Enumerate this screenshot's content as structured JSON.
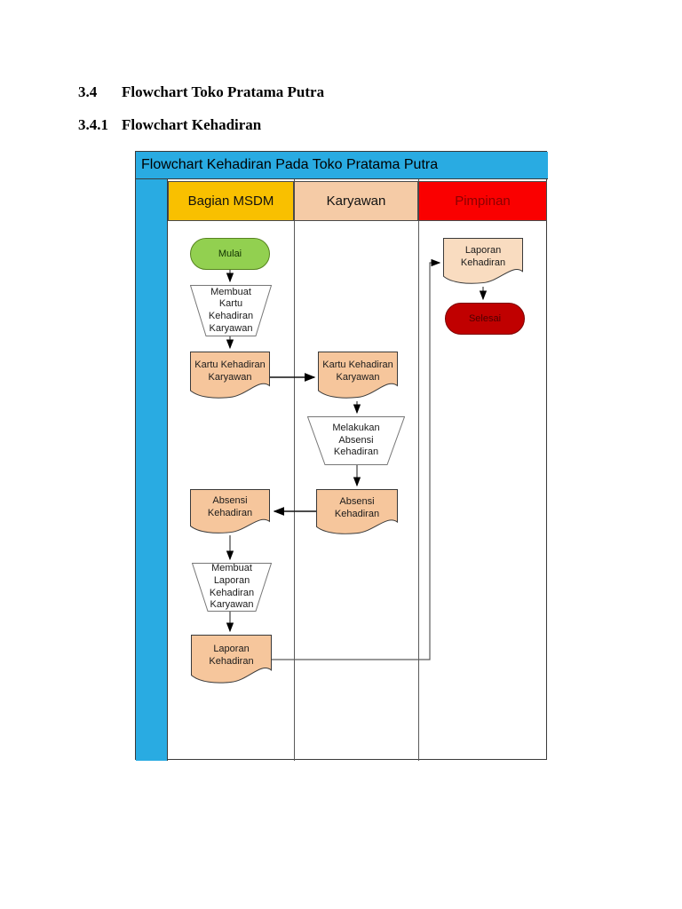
{
  "page": {
    "headings": [
      {
        "number": "3.4",
        "title": "Flowchart Toko Pratama Putra"
      },
      {
        "number": "3.4.1",
        "title": "Flowchart Kehadiran"
      }
    ]
  },
  "chart": {
    "title": "Flowchart Kehadiran Pada Toko Pratama Putra",
    "lanes": [
      {
        "label": "Bagian MSDM"
      },
      {
        "label": "Karyawan"
      },
      {
        "label": "Pimpinan"
      }
    ],
    "nodes": {
      "mulai": {
        "type": "terminator",
        "lane": "Bagian MSDM",
        "label": "Mulai"
      },
      "membuat_kartu": {
        "type": "manual-operation",
        "lane": "Bagian MSDM",
        "label": "Membuat\nKartu\nKehadiran\nKaryawan"
      },
      "kartu_msdm": {
        "type": "document",
        "lane": "Bagian MSDM",
        "label": "Kartu Kehadiran\nKaryawan"
      },
      "kartu_karyawan": {
        "type": "document",
        "lane": "Karyawan",
        "label": "Kartu Kehadiran\nKaryawan"
      },
      "melakukan_absensi": {
        "type": "manual-operation",
        "lane": "Karyawan",
        "label": "Melakukan\nAbsensi\nKehadiran"
      },
      "absensi_karyawan": {
        "type": "document",
        "lane": "Karyawan",
        "label": "Absensi\nKehadiran"
      },
      "absensi_msdm": {
        "type": "document",
        "lane": "Bagian MSDM",
        "label": "Absensi\nKehadiran"
      },
      "membuat_laporan": {
        "type": "manual-operation",
        "lane": "Bagian MSDM",
        "label": "Membuat\nLaporan\nKehadiran\nKaryawan"
      },
      "laporan_msdm": {
        "type": "document",
        "lane": "Bagian MSDM",
        "label": "Laporan\nKehadiran"
      },
      "laporan_pimpinan": {
        "type": "document",
        "lane": "Pimpinan",
        "label": "Laporan\nKehadiran"
      },
      "selesai": {
        "type": "terminator",
        "lane": "Pimpinan",
        "label": "Selesai"
      }
    },
    "edges": [
      "mulai -> membuat_kartu",
      "membuat_kartu -> kartu_msdm",
      "kartu_msdm -> kartu_karyawan",
      "kartu_karyawan -> melakukan_absensi",
      "melakukan_absensi -> absensi_karyawan",
      "absensi_karyawan -> absensi_msdm",
      "absensi_msdm -> membuat_laporan",
      "membuat_laporan -> laporan_msdm",
      "laporan_msdm -> laporan_pimpinan",
      "laporan_pimpinan -> selesai"
    ],
    "colors": {
      "title_bar": "#29ABE2",
      "lane_strip": "#29ABE2",
      "msdm_header": "#F9C000",
      "karyawan_header": "#F5CBA6",
      "pimpinan_header": "#FA0000",
      "pimpinan_header_text": "#8B0000",
      "document_fill": "#F6C69C",
      "document_fill_light": "#F9DCC0",
      "start_fill": "#92D050",
      "end_fill": "#C00000"
    }
  }
}
